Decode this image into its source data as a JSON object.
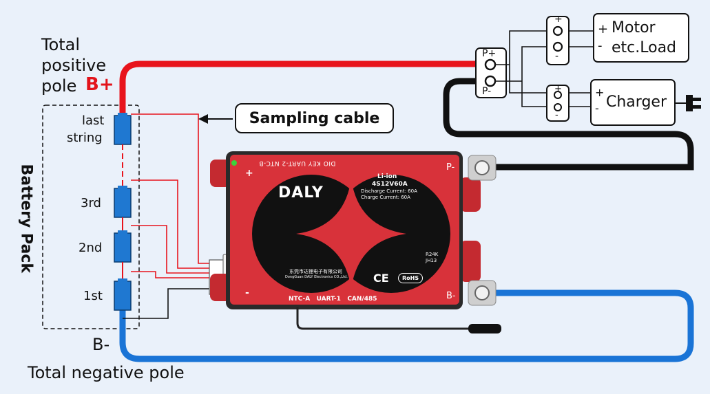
{
  "labels": {
    "total_positive_1": "Total",
    "total_positive_2": "positive",
    "total_positive_3": "pole",
    "b_plus": "B+",
    "b_minus": "B-",
    "total_negative": "Total negative pole",
    "battery_pack": "Battery Pack",
    "last_string_1": "last",
    "last_string_2": "string",
    "cell_3rd": "3rd",
    "cell_2nd": "2nd",
    "cell_1st": "1st",
    "sampling_cable": "Sampling cable"
  },
  "loads": {
    "motor_1": "Motor",
    "motor_2": "etc.Load",
    "charger": "Charger"
  },
  "terminals": {
    "p_plus": "P+",
    "p_minus": "P-",
    "plus": "+",
    "minus": "-",
    "bms_p_minus": "P-",
    "bms_b_minus": "B-"
  },
  "bms": {
    "brand": "DALY",
    "top_ports": "DIO KEY UART-2 NTC-B",
    "bottom_ports": "NTC-A   UART-1   CAN/485",
    "chem": "Li-ion",
    "model": "4S12V60A",
    "discharge": "Discharge Current: 60A",
    "charge": "Charge     Current: 60A",
    "code1": "R24K",
    "code2": "JH13",
    "maker_cn": "东莞市达锂电子有限公司",
    "maker_en": "DongGuan DALY Electronics CO.,Ltd.",
    "ce": "CE",
    "rohs": "RoHS",
    "side_plus": "+",
    "side_minus": "-"
  },
  "colors": {
    "positive_wire": "#e8141c",
    "negative_wire": "#1a74d6",
    "load_wire": "#111111",
    "bms_red": "#d8323a",
    "cell_blue": "#1f78d1"
  }
}
